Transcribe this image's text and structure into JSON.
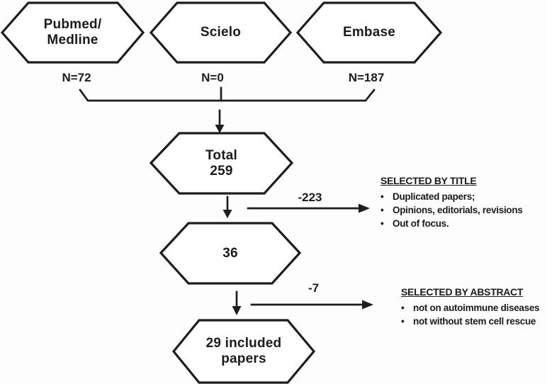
{
  "nodes": {
    "pubmed": {
      "line1": "Pubmed/",
      "line2": "Medline"
    },
    "scielo": {
      "label": "Scielo"
    },
    "embase": {
      "label": "Embase"
    },
    "total": {
      "line1": "Total",
      "line2": "259"
    },
    "screened": {
      "label": "36"
    },
    "included": {
      "line1": "29 included",
      "line2": "papers"
    }
  },
  "counts": {
    "pubmed": "N=72",
    "scielo": "N=0",
    "embase": "N=187"
  },
  "exclusions": [
    {
      "amount": "-223",
      "title": "SELECTED BY TITLE",
      "bullets": [
        "Duplicated papers;",
        "Opinions, editorials, revisions",
        "Out of focus."
      ]
    },
    {
      "amount": "-7",
      "title": "SELECTED BY ABSTRACT",
      "bullets": [
        "not on autoimmune diseases",
        "not without stem cell rescue"
      ]
    }
  ],
  "glyphs": {
    "bullet": "•"
  },
  "colors": {
    "ink": "#1d1d1d",
    "background": "#fdfdfd"
  }
}
